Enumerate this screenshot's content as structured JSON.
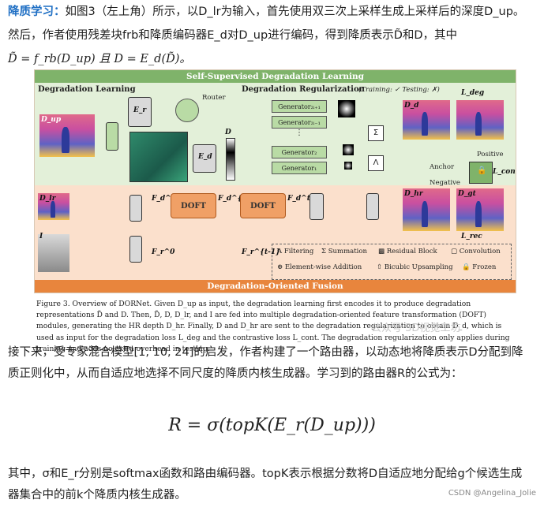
{
  "intro": {
    "heading": "降质学习：",
    "line1": "如图3（左上角）所示，以D_lr为输入，首先使用双三次上采样生成上采样后的深度D_up。",
    "line2": "然后，作者使用残差块frb和降质编码器E_d对D_up进行编码，得到降质表示D̃和D，其中",
    "line3": "D̃ = f_rb(D_up) 且 D = E_d(D̃)。"
  },
  "figure": {
    "banner_top": "Self-Supervised Degradation Learning",
    "banner_bottom": "Degradation-Oriented Fusion",
    "sec_left": "Degradation Learning",
    "sec_right": "Degradation Regularization",
    "training": "(Training: ✓",
    "testing": "Testing: ✗)",
    "router": "Router",
    "generators": [
      "Generator₂ᵢ₊₁",
      "Generator₂ᵢ₋₁",
      "⋮",
      "Generator₂",
      "Generator₁"
    ],
    "doft": "DOFT",
    "anchor": "Anchor",
    "positive": "Positive",
    "negative": "Negative",
    "legend": {
      "filtering": "Filtering",
      "summation": "Summation",
      "residual": "Residual Block",
      "convolution": "Convolution",
      "addition": "Element-wise Addition",
      "upsampling": "Bicubic Upsampling",
      "frozen": "Frozen"
    },
    "labels": {
      "Dup": "D_up",
      "Dlr": "D_lr",
      "I": "I",
      "Dd": "D_d",
      "Dhr": "D_hr",
      "Dgt": "D_gt",
      "Er": "E_r",
      "Ed": "E_d",
      "Ldeg": "L_deg",
      "Lcont": "L_cont",
      "Lrec": "L_rec",
      "Fd0": "F_d^0",
      "Fdt1": "F_d^{t-1}",
      "Fdt": "F_d^t",
      "Fr0": "F_r^0",
      "Frt1": "F_r^{t-1}",
      "D": "D"
    }
  },
  "caption": "Figure 3. Overview of DORNet. Given D_up as input, the degradation learning first encodes it to produce degradation representations D̃ and D. Then, D̃, D, D_lr, and I are fed into multiple degradation-oriented feature transformation (DOFT) modules, generating the HR depth D_hr. Finally, D and D_hr are sent to the degradation regularization to obtain D_d, which is used as input for the degradation loss L_deg and the contrastive loss L_cont. The degradation regularization only applies during training and adds no extra overhead in testing.",
  "watermark": "公众号·3D视觉工坊",
  "para2": {
    "line1": "接下来，受专家混合模型[1, 10, 24]的启发，作者构建了一个路由器，以动态地将降质表示D分配到降",
    "line2": "质正则化中，从而自适应地选择不同尺度的降质内核生成器。学习到的路由器R的公式为："
  },
  "formula": "R = σ(topK(E_r(D_up)))",
  "para3": {
    "line1": "其中，σ和E_r分别是softmax函数和路由编码器。topK表示根据分数将D自适应地分配给g个候选生成",
    "line2": "器集合中的前k个降质内核生成器。"
  },
  "footer": "CSDN @Angelina_Jolie"
}
